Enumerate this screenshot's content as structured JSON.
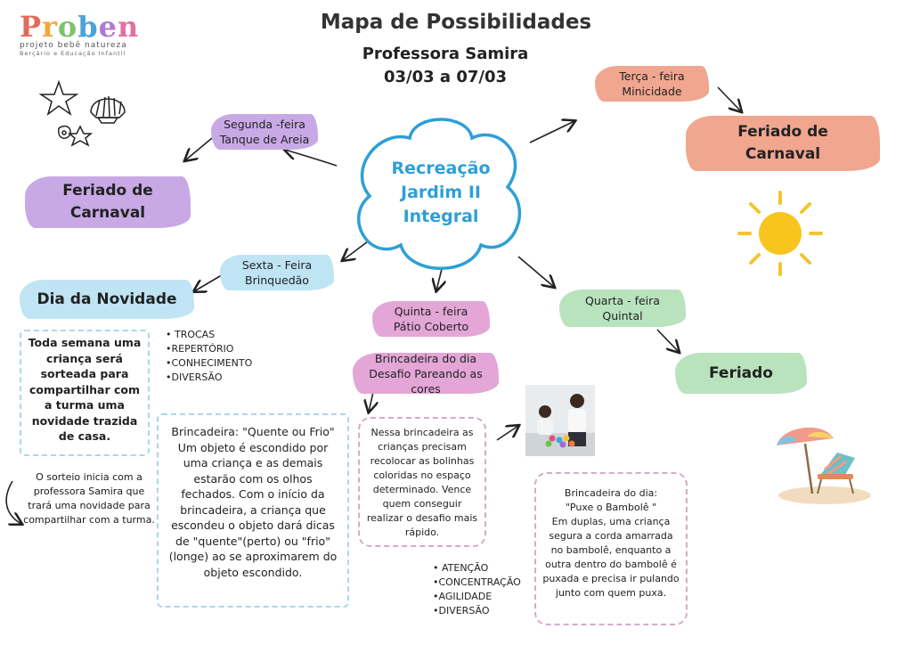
{
  "logo": {
    "letters": [
      "P",
      "r",
      "o",
      "b",
      "e",
      "n"
    ],
    "letter_colors": [
      "#e36b5c",
      "#f2a83b",
      "#7cc36a",
      "#4aa3d8",
      "#b07ad1",
      "#e46fa3"
    ],
    "line1": "projeto bebê natureza",
    "line2": "Berçário e Educação Infantil"
  },
  "header": {
    "title": "Mapa de Possibilidades",
    "teacher": "Professora  Samira",
    "dates": "03/03 a 07/03"
  },
  "center": {
    "line1": "Recreação",
    "line2": "Jardim II",
    "line3": "Integral",
    "color": "#2e9fd6"
  },
  "days": {
    "monday": {
      "day": "Segunda -feira",
      "place": "Tanque de Areia",
      "result1": "Feriado de",
      "result2": "Carnaval",
      "color": "#c8a9e6"
    },
    "tuesday": {
      "day": "Terça - feira",
      "place": "Minicidade",
      "result1": "Feriado de",
      "result2": "Carnaval",
      "color": "#f0a68f"
    },
    "wednesday": {
      "day": "Quarta - feira",
      "place": "Quintal",
      "result": "Feriado",
      "color": "#b9e3bd"
    },
    "thursday": {
      "day": "Quinta - feira",
      "place": "Pátio Coberto",
      "color": "#e3a6d6"
    },
    "friday": {
      "day": "Sexta - Feira",
      "place": "Brinquedão",
      "result": "Dia da Novidade",
      "color": "#bfe4f4"
    }
  },
  "novidade": {
    "description": "Toda semana uma criança será sorteada para compartilhar com a turma uma novidade trazida de casa.",
    "note": "O sorteio inicia com a professora Samira que trará uma novidade para compartilhar com a turma.",
    "skills": [
      "• TROCAS",
      "•REPERTÓRIO",
      "•CONHECIMENTO",
      "•DIVERSÃO"
    ]
  },
  "quente_frio": {
    "text": "Brincadeira: \"Quente ou Frio\" Um objeto é escondido por uma criança e as demais estarão com os olhos fechados. Com o início da brincadeira, a criança que escondeu o objeto dará dicas de \"quente\"(perto) ou \"frio\" (longe) ao se aproximarem do objeto escondido."
  },
  "cores": {
    "header1": "Brincadeira do dia",
    "header2": "Desafio Pareando as cores",
    "text": "Nessa brincadeira as crianças precisam recolocar as bolinhas coloridas no espaço determinado. Vence quem conseguir realizar o desafio mais rápido.",
    "skills": [
      "• ATENÇÃO",
      "•CONCENTRAÇÃO",
      "•AGILIDADE",
      "•DIVERSÃO"
    ]
  },
  "bambole": {
    "text1": "Brincadeira do dia:",
    "text2": "\"Puxe o Bambolê \"",
    "text3": "Em duplas, uma criança segura a corda amarrada no bambolê, enquanto a outra dentro do bambolê é puxada e precisa ir pulando junto com quem puxa."
  },
  "icons": {
    "seashells": "seashells-icon",
    "sun": "sun-icon",
    "beach": "beach-chair-umbrella-icon",
    "photo": "children-playing-photo"
  }
}
